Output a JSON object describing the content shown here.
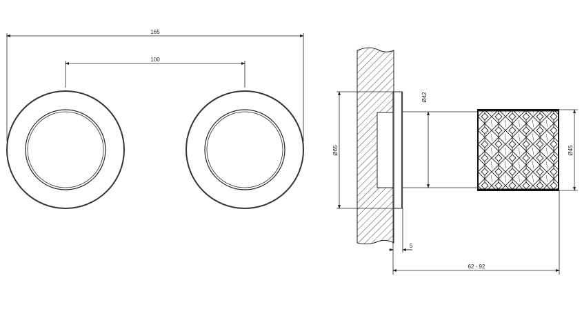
{
  "drawing": {
    "type": "technical-dimension-drawing",
    "front_view": {
      "overall_width_label": "165",
      "center_distance_label": "100",
      "knob_count": 2
    },
    "side_view": {
      "plate_diameter_label": "Ø65",
      "stem_diameter_label": "Ø42",
      "knob_diameter_label": "Ø45",
      "plate_thickness_label": "5",
      "projection_range_label": "62 - 92"
    },
    "colors": {
      "line": "#222222",
      "background": "#ffffff"
    }
  }
}
